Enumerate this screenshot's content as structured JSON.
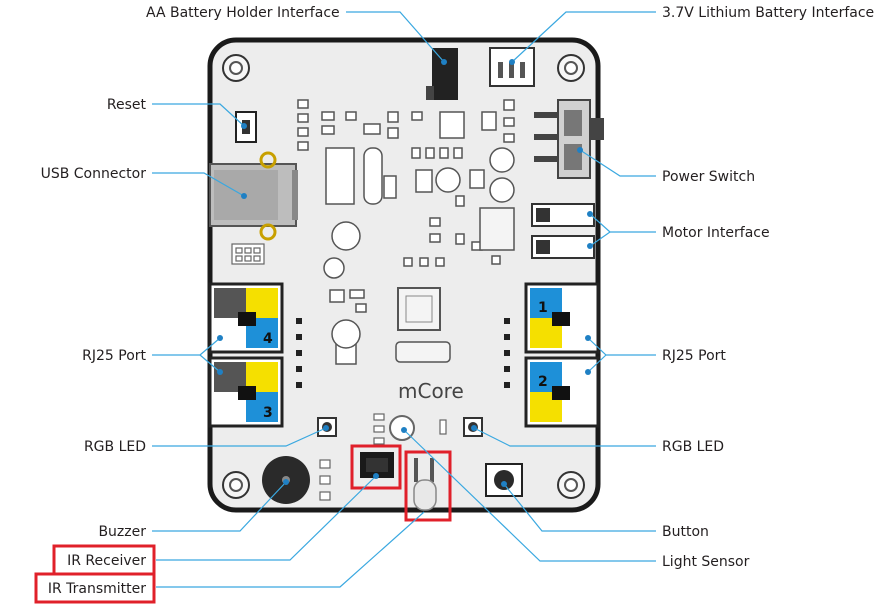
{
  "board": {
    "name": "mCore"
  },
  "labels": {
    "aa_battery": "AA Battery Holder Interface",
    "lithium_battery": "3.7V Lithium Battery Interface",
    "reset": "Reset",
    "usb": "USB Connector",
    "power_switch": "Power Switch",
    "motor": "Motor Interface",
    "rj25_left": "RJ25 Port",
    "rj25_right": "RJ25 Port",
    "rgb_left": "RGB LED",
    "rgb_right": "RGB LED",
    "buzzer": "Buzzer",
    "button": "Button",
    "ir_receiver": "IR Receiver",
    "light_sensor": "Light Sensor",
    "ir_transmitter": "IR Transmitter"
  },
  "port_numbers": {
    "left_top": "4",
    "left_bottom": "3",
    "right_top": "1",
    "right_bottom": "2"
  },
  "colors": {
    "board": "#ededed",
    "board_edge": "#1a1a1a",
    "leader": "#3aa8e0",
    "dot": "#1f80c4",
    "highlight": "#e0202a",
    "port_yellow": "#f5e000",
    "port_blue": "#1e90d8",
    "port_gray": "#555555"
  }
}
